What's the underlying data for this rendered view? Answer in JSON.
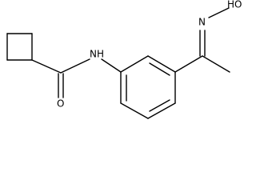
{
  "molecule": {
    "atoms": {
      "nh": "NH",
      "carbonyl_o": "O",
      "oxime_n": "N",
      "hydroxyl": "HO"
    }
  }
}
